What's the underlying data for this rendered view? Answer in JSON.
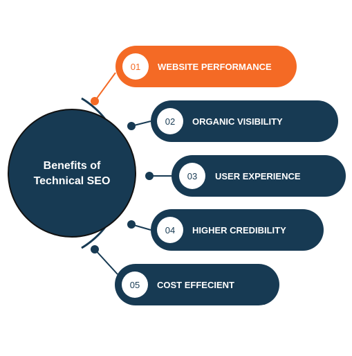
{
  "center": {
    "line1": "Benefits of",
    "line2": "Technical SEO"
  },
  "colors": {
    "navy": "#173a53",
    "accent": "#f46a25",
    "white": "#ffffff",
    "ring": "#173a53"
  },
  "items": [
    {
      "number": "01",
      "label": "WEBSITE PERFORMANCE",
      "highlight": true
    },
    {
      "number": "02",
      "label": "ORGANIC VISIBILITY",
      "highlight": false
    },
    {
      "number": "03",
      "label": "USER EXPERIENCE",
      "highlight": false
    },
    {
      "number": "04",
      "label": "HIGHER CREDIBILITY",
      "highlight": false
    },
    {
      "number": "05",
      "label": "COST EFFECIENT",
      "highlight": false
    }
  ]
}
